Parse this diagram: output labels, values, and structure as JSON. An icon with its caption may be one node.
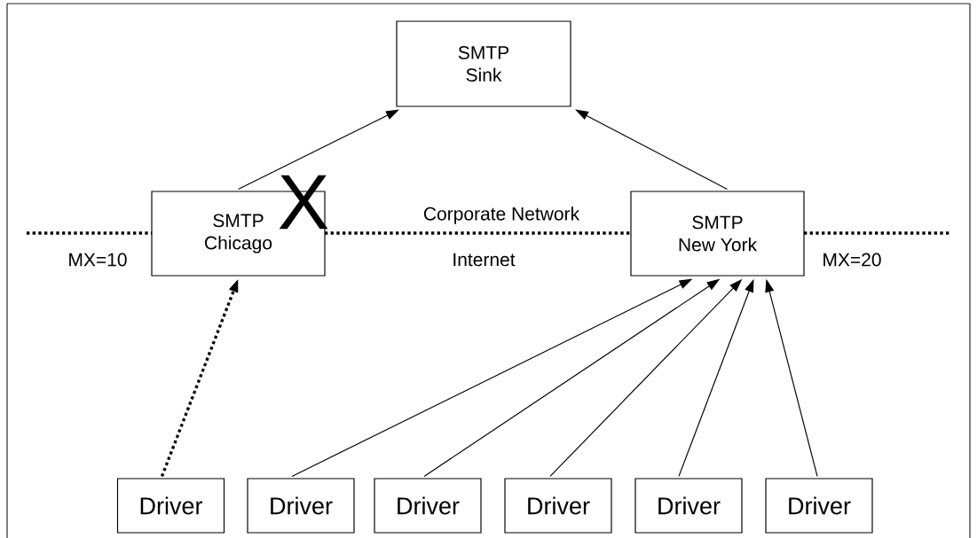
{
  "diagram": {
    "nodes": [
      {
        "text": [
          "SMTP Sink"
        ]
      },
      {
        "text": [
          "SMTP Chicago"
        ]
      },
      {
        "text": [
          "SMTP New York"
        ]
      },
      {
        "text": [
          "Driver"
        ]
      },
      {
        "text": [
          "Driver"
        ]
      },
      {
        "text": [
          "Driver"
        ]
      },
      {
        "text": [
          "Driver"
        ]
      },
      {
        "text": [
          "Driver"
        ]
      },
      {
        "text": [
          "Driver"
        ]
      }
    ],
    "edges": [
      {
        "from": 1,
        "to": 0,
        "arrow": "to"
      },
      {
        "from": 2,
        "to": 0,
        "arrow": "to"
      },
      {
        "from": 3,
        "to": 1,
        "arrow": "to",
        "style": "dashed"
      },
      {
        "from": 4,
        "to": 2,
        "arrow": "to"
      },
      {
        "from": 5,
        "to": 2,
        "arrow": "to"
      },
      {
        "from": 6,
        "to": 2,
        "arrow": "to"
      },
      {
        "from": 7,
        "to": 2,
        "arrow": "to"
      },
      {
        "from": 8,
        "to": 2,
        "arrow": "to"
      }
    ],
    "labels": [
      "X",
      "Corporate Network",
      "MX=10",
      "Internet",
      "MX=20"
    ]
  }
}
